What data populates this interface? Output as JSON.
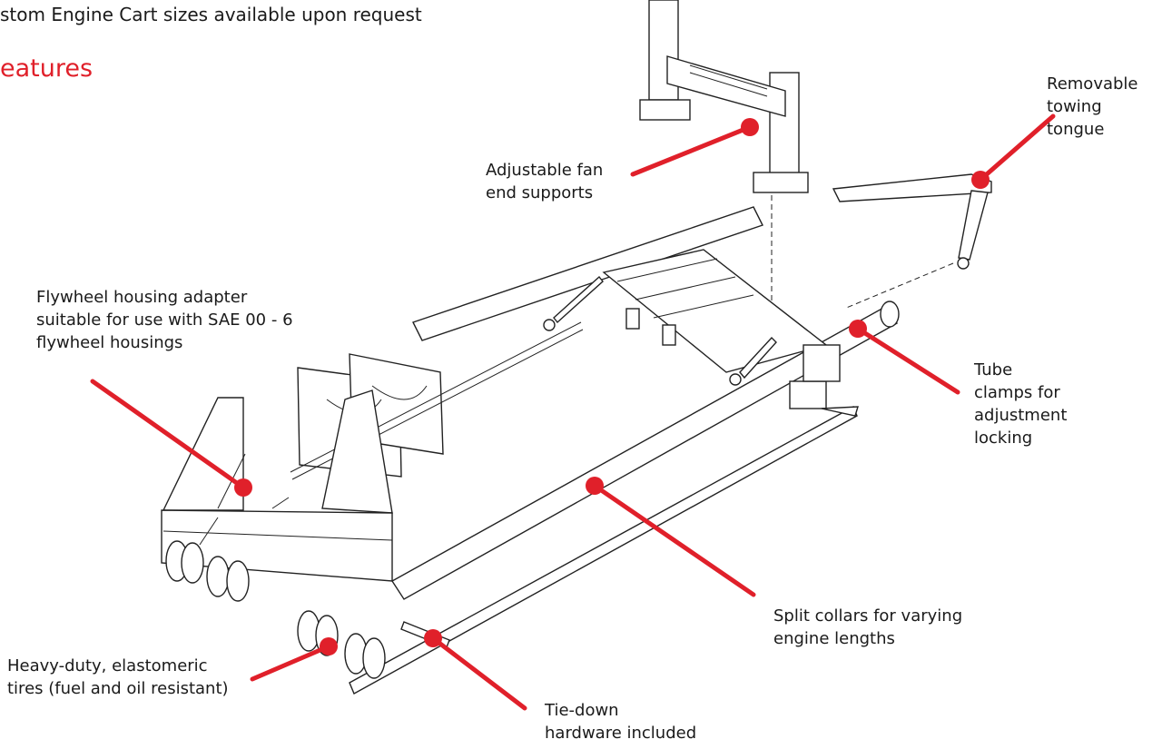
{
  "header": {
    "note": "stom Engine Cart sizes available upon request",
    "title": "eatures"
  },
  "callouts": {
    "fan_supports": [
      "Adjustable fan",
      "end supports"
    ],
    "towing_tongue": [
      "Removable",
      "towing",
      "tongue"
    ],
    "flywheel_adapter": [
      "Flywheel housing adapter",
      "suitable for use with SAE 00 - 6",
      "flywheel housings"
    ],
    "tube_clamps": [
      "Tube",
      "clamps for",
      "adjustment",
      "locking"
    ],
    "split_collars": [
      "Split collars for varying",
      "engine lengths"
    ],
    "tires": [
      "Heavy-duty, elastomeric",
      "tires (fuel and oil resistant)"
    ],
    "tie_down": [
      "Tie-down",
      "hardware included"
    ]
  },
  "colors": {
    "accent": "#e0202a",
    "line": "#222222"
  }
}
